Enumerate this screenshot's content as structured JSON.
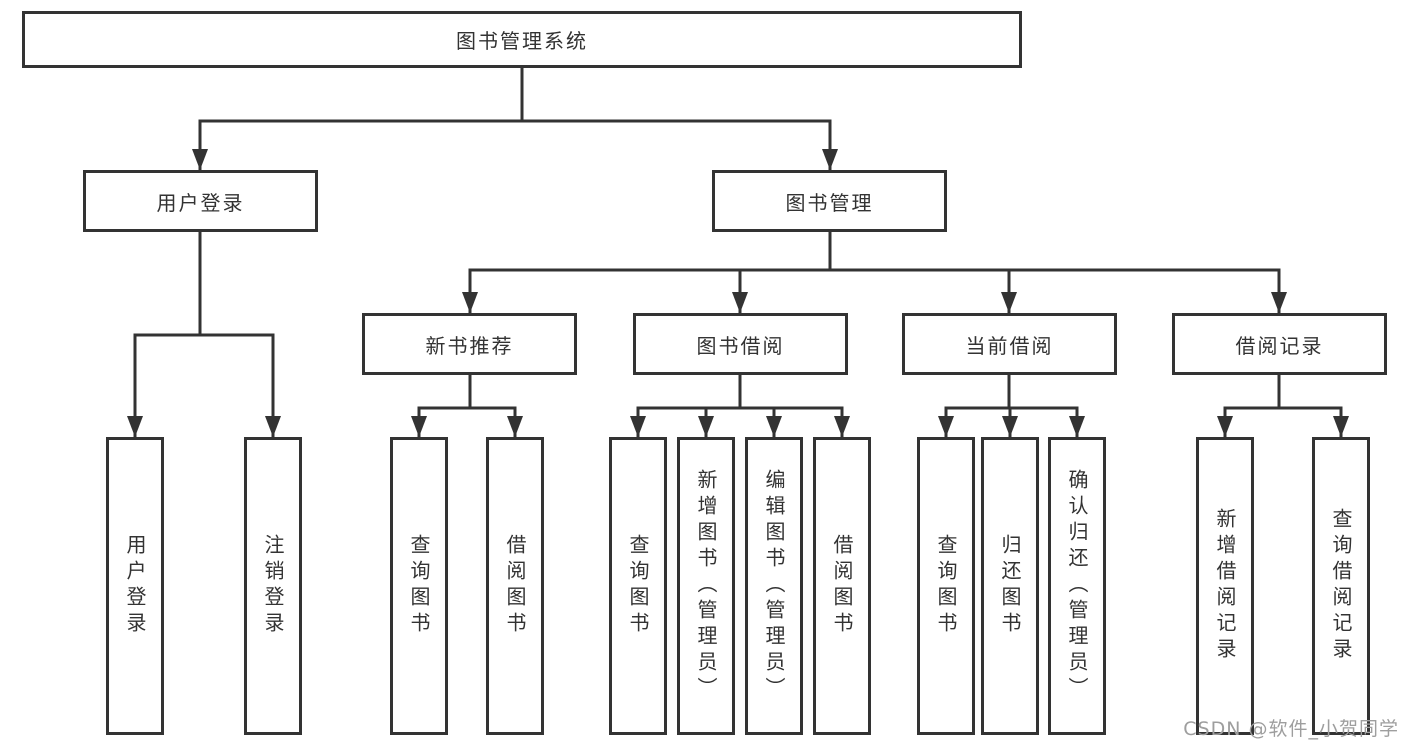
{
  "tree": {
    "label": "图书管理系统",
    "children": [
      {
        "label": "用户登录",
        "children": [
          {
            "label": "用户登录"
          },
          {
            "label": "注销登录"
          }
        ]
      },
      {
        "label": "图书管理",
        "children": [
          {
            "label": "新书推荐",
            "children": [
              {
                "label": "查询图书"
              },
              {
                "label": "借阅图书"
              }
            ]
          },
          {
            "label": "图书借阅",
            "children": [
              {
                "label": "查询图书"
              },
              {
                "label": "新增图书（管理员）"
              },
              {
                "label": "编辑图书（管理员）"
              },
              {
                "label": "借阅图书"
              }
            ]
          },
          {
            "label": "当前借阅",
            "children": [
              {
                "label": "查询图书"
              },
              {
                "label": "归还图书"
              },
              {
                "label": "确认归还（管理员）"
              }
            ]
          },
          {
            "label": "借阅记录",
            "children": [
              {
                "label": "新增借阅记录"
              },
              {
                "label": "查询借阅记录"
              }
            ]
          }
        ]
      }
    ]
  },
  "watermark": {
    "text": "CSDN @软件_小贺同学"
  },
  "colors": {
    "line": "#333333",
    "text": "#333333",
    "box_background": "#ffffff",
    "watermark": "#9e9e9e"
  }
}
